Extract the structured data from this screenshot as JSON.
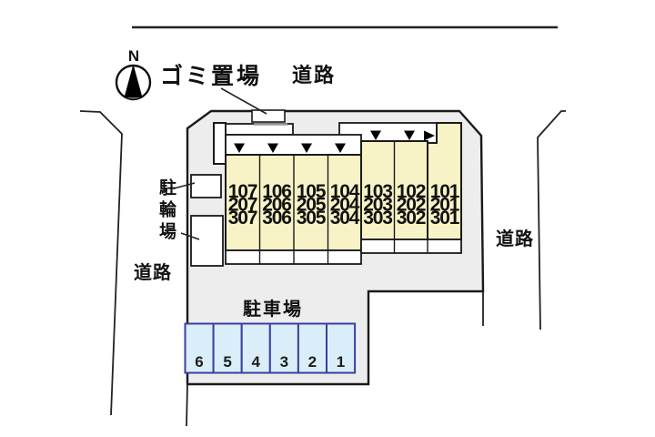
{
  "site": {
    "compass": {
      "north_label": "N"
    },
    "labels": {
      "garbage_area": "ゴミ置場",
      "road_top": "道路",
      "road_right": "道路",
      "road_left": "道路",
      "bicycle_parking": "駐輪場",
      "car_parking_lot": "駐車場"
    },
    "units": {
      "rows": [
        {
          "cells": [
            "107",
            "106",
            "105",
            "104",
            "103",
            "102",
            "101"
          ]
        },
        {
          "cells": [
            "207",
            "206",
            "205",
            "204",
            "203",
            "202",
            "201"
          ]
        },
        {
          "cells": [
            "307",
            "306",
            "305",
            "304",
            "303",
            "302",
            "301"
          ]
        }
      ]
    },
    "parking_stalls": [
      "6",
      "5",
      "4",
      "3",
      "2",
      "1"
    ],
    "colors": {
      "unit_fill": "#f8f3c6",
      "stall_fill": "#daeef9",
      "stall_border": "#3b3f9e",
      "site_fill": "#ededed",
      "line": "#1a1a1a"
    }
  }
}
